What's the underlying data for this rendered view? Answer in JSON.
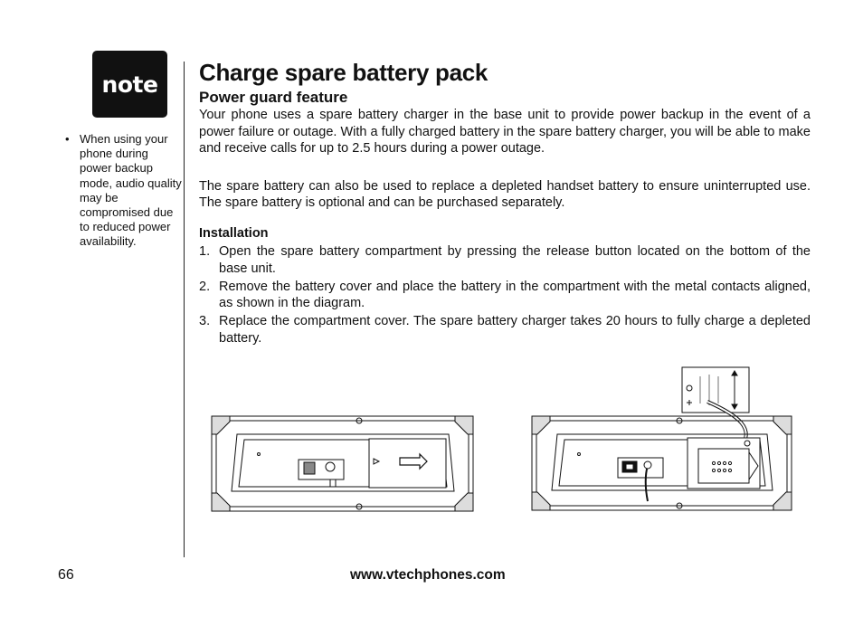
{
  "note_label": "note",
  "side_note": {
    "bullet": "•",
    "text": "When using your phone during power backup mode, audio quality may be compromised due to reduced power availability."
  },
  "title": "Charge spare battery pack",
  "subtitle": "Power guard feature",
  "paragraphs": [
    "Your phone uses a spare battery charger in the base unit to provide power backup in the event of a power failure or outage. With a fully charged battery in the spare battery charger, you will be able to make and receive calls for up to 2.5 hours during a power outage.",
    "The spare battery can also be used to replace a depleted handset battery to ensure uninterrupted use. The spare battery is optional and can be purchased separately."
  ],
  "installation": {
    "heading": "Installation",
    "steps": [
      {
        "num": "1.",
        "text": "Open the spare battery compartment by pressing the release button located on the bottom of the base unit."
      },
      {
        "num": "2.",
        "text": "Remove the battery cover and place the battery in the compartment with the metal contacts aligned, as shown in the diagram."
      },
      {
        "num": "3.",
        "text": "Replace the compartment cover. The spare battery charger takes 20 hours to fully charge a depleted battery."
      }
    ]
  },
  "footer": {
    "page_number": "66",
    "url": "www.vtechphones.com"
  }
}
